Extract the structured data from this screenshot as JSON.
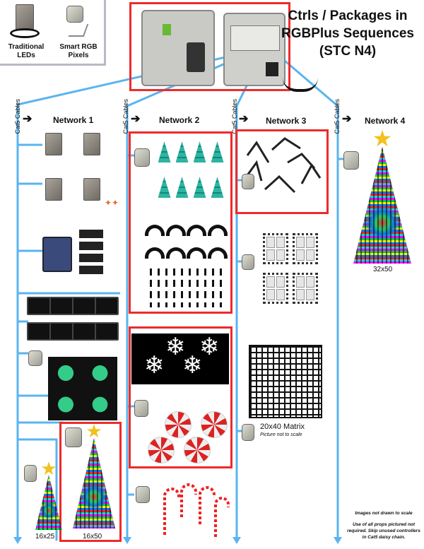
{
  "legend": {
    "traditional": "Traditional LEDs",
    "smart": "Smart RGB Pixels"
  },
  "title": {
    "line1": "Ctrls / Packages in",
    "line2": "RGBPlus Sequences",
    "line3": "(STC N4)"
  },
  "networks": [
    {
      "label": "Network 1",
      "cable": "Cat5 Cables",
      "arrow": "➔"
    },
    {
      "label": "Network 2",
      "cable": "Cat5 Cables",
      "arrow": "➔"
    },
    {
      "label": "Network 3",
      "cable": "Cat5 Cables",
      "arrow": "➔"
    },
    {
      "label": "Network 4",
      "cable": "Cat5 Cables",
      "arrow": "➔"
    }
  ],
  "props": {
    "tree_large": "32x50",
    "matrix": "20x40 Matrix",
    "matrix_note": "Picture not to scale",
    "tree_small": "16x25",
    "tree_mid": "16x50"
  },
  "notes": {
    "scale": "Images not drawn to scale",
    "usage": "Use of all props pictured not required. Skip unused controllers in Cat5 daisy chain."
  },
  "colors": {
    "cable": "#5ab4ef",
    "highlight": "#ee2b2b"
  }
}
